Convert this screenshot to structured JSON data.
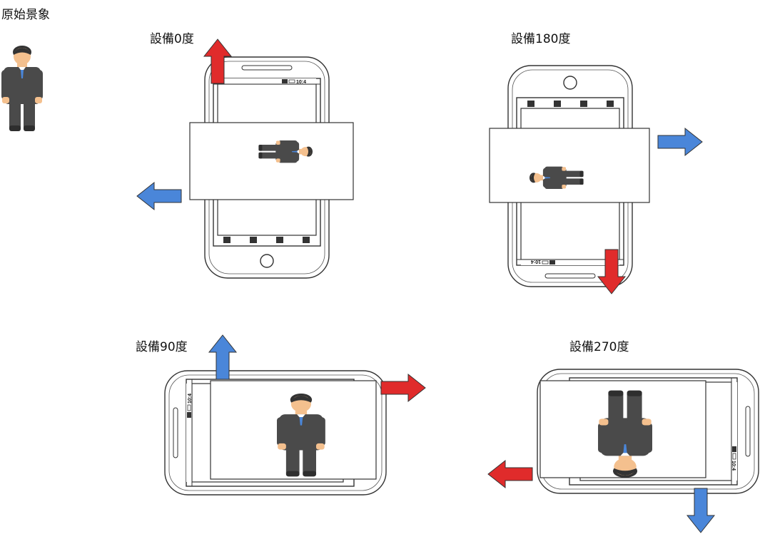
{
  "labels": {
    "original": "原始景象",
    "deg0": "設備0度",
    "deg180": "設備180度",
    "deg90": "設備90度",
    "deg270": "設備270度"
  },
  "status_bar": {
    "time": "10:4"
  },
  "colors": {
    "red_arrow": "#e02b2b",
    "blue_arrow": "#4a86d9",
    "suit": "#4a4a4a",
    "skin": "#f4c08e",
    "hair": "#333333",
    "tie": "#4a86d9",
    "outline": "#333333"
  },
  "icons": {
    "nav": [
      "home-icon",
      "menu-icon",
      "back-icon",
      "search-icon"
    ],
    "status": [
      "signal-icon",
      "battery-icon"
    ]
  }
}
